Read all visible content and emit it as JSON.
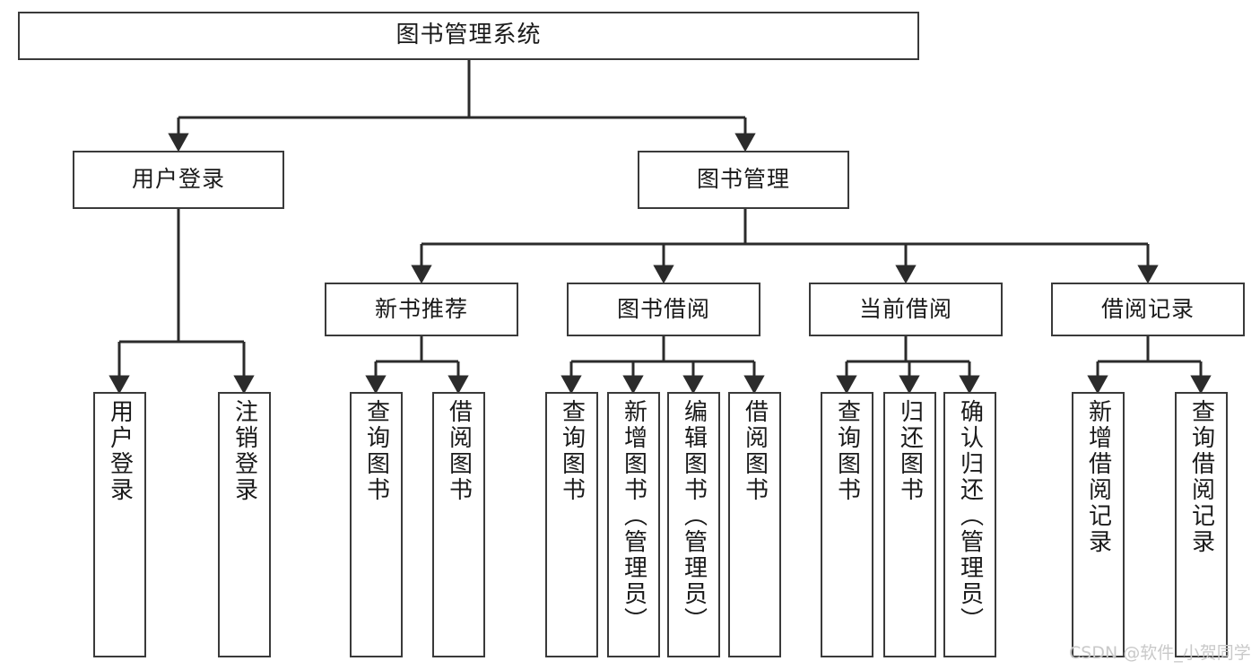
{
  "diagram": {
    "type": "tree",
    "title": "图书管理系统",
    "watermark": "CSDN @软件_小贺同学",
    "colors": {
      "box_border": "#3a3a3a",
      "box_fill": "#ffffff",
      "edge": "#2b2b2b",
      "text": "#1a1a1a",
      "watermark": "#c9c9c9",
      "background": "#ffffff"
    }
  },
  "nodes": {
    "root": {
      "label": "图书管理系统"
    },
    "level2": [
      {
        "label": "用户登录"
      },
      {
        "label": "图书管理"
      }
    ],
    "level3": [
      {
        "label": "新书推荐"
      },
      {
        "label": "图书借阅"
      },
      {
        "label": "当前借阅"
      },
      {
        "label": "借阅记录"
      }
    ],
    "leaves": {
      "user_login": [
        {
          "label": "用户登录"
        },
        {
          "label": "注销登录"
        }
      ],
      "new_book_recommend": [
        {
          "label": "查询图书"
        },
        {
          "label": "借阅图书"
        }
      ],
      "book_borrow": [
        {
          "label": "查询图书"
        },
        {
          "label": "新增图书（管理员）"
        },
        {
          "label": "编辑图书（管理员）"
        },
        {
          "label": "借阅图书"
        }
      ],
      "current_borrow": [
        {
          "label": "查询图书"
        },
        {
          "label": "归还图书"
        },
        {
          "label": "确认归还（管理员）"
        }
      ],
      "borrow_record": [
        {
          "label": "新增借阅记录"
        },
        {
          "label": "查询借阅记录"
        }
      ]
    }
  }
}
